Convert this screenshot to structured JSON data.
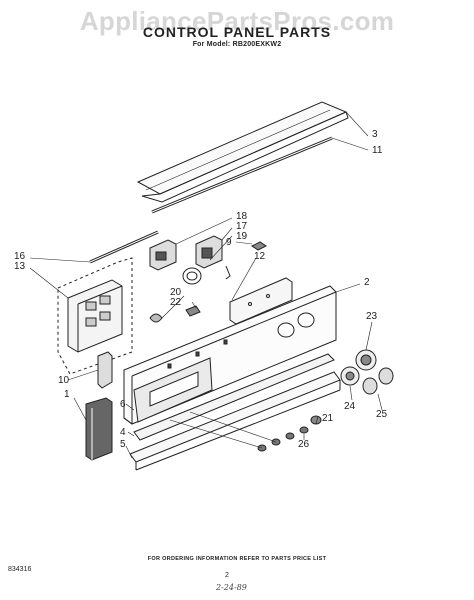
{
  "watermark": "AppliancePartsPros.com",
  "title": "CONTROL PANEL PARTS",
  "model_line": "For Model: RB200EXKW2",
  "callouts": {
    "c3": "3",
    "c11": "11",
    "c18": "18",
    "c17": "17",
    "c19": "19",
    "c9": "9",
    "c12": "12",
    "c16": "16",
    "c13": "13",
    "c2": "2",
    "c20": "20",
    "c22": "22",
    "c23": "23",
    "c10": "10",
    "c1": "1",
    "c6": "6",
    "c4": "4",
    "c5": "5",
    "c24": "24",
    "c21": "21",
    "c25": "25",
    "c26": "26"
  },
  "footer": {
    "ordering_note": "FOR ORDERING INFORMATION REFER TO PARTS PRICE LIST",
    "doc_code": "834316",
    "page": "2",
    "handwritten": "2-24-89"
  }
}
